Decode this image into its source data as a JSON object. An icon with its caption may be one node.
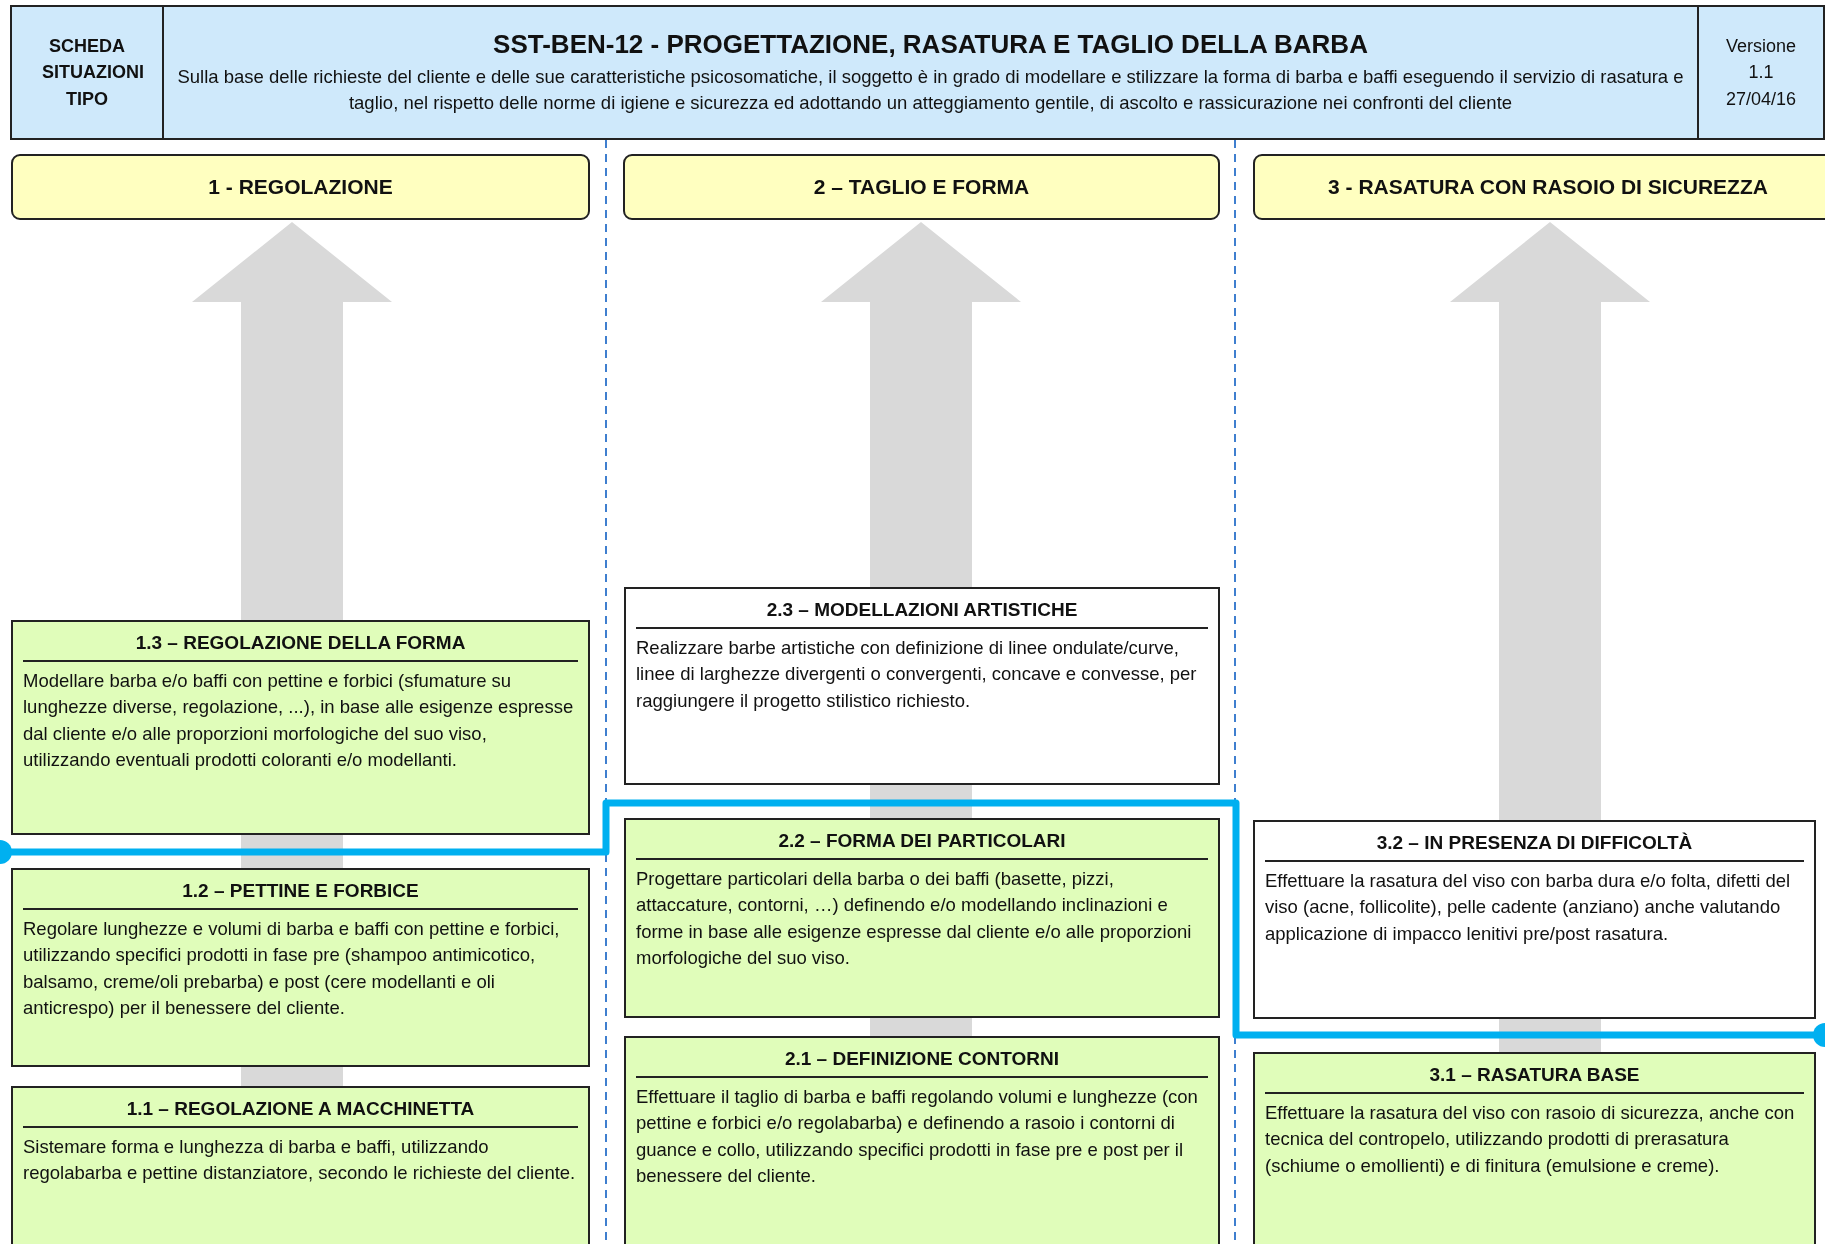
{
  "diagram": {
    "title": "SST-BEN-12  -  PROGETTAZIONE, RASATURA E TAGLIO DELLA BARBA",
    "nodes": [
      {
        "text": [
          "SCHEDA SITUAZIONI TIPO"
        ]
      },
      {
        "text": [
          "Sulla base delle richieste del cliente e delle sue caratteristiche psicosomatiche, il soggetto è in grado di modellare e stilizzare la forma di barba e baffi eseguendo il servizio di rasatura e taglio, nel rispetto delle norme di igiene e sicurezza ed adottando un atteggiamento gentile, di ascolto e rassicurazione nei confronti del cliente"
        ]
      },
      {
        "text": [
          "Versione 1.1 27/04/16"
        ]
      },
      {
        "text": [
          "1 - REGOLAZIONE"
        ]
      },
      {
        "text": [
          "2 – TAGLIO E FORMA"
        ]
      },
      {
        "text": [
          "3 - RASATURA CON RASOIO DI SICUREZZA"
        ]
      },
      {
        "text": [
          "1.3 – REGOLAZIONE DELLA FORMA",
          "Modellare barba e/o baffi con pettine e forbici (sfumature su lunghezze diverse, regolazione, ...), in base alle esigenze espresse dal cliente e/o alle proporzioni morfologiche del suo viso, utilizzando eventuali prodotti coloranti e/o modellanti."
        ]
      },
      {
        "text": [
          "1.2 – PETTINE E FORBICE",
          "Regolare lunghezze e volumi di barba e baffi con pettine e forbici, utilizzando specifici prodotti in fase pre (shampoo antimicotico, balsamo, creme/oli prebarba) e post (cere modellanti e oli anticrespo) per il benessere del cliente."
        ]
      },
      {
        "text": [
          "1.1 – REGOLAZIONE A MACCHINETTA",
          "Sistemare forma e lunghezza di barba e baffi, utilizzando regolabarba e pettine distanziatore, secondo le richieste del cliente."
        ]
      },
      {
        "text": [
          "2.3 – MODELLAZIONI ARTISTICHE",
          "Realizzare barbe artistiche con definizione di linee ondulate/curve, linee di larghezze divergenti o convergenti, concave e convesse, per raggiungere il progetto stilistico richiesto."
        ]
      },
      {
        "text": [
          "2.2 – FORMA DEI PARTICOLARI",
          "Progettare particolari della barba o dei baffi (basette, pizzi, attaccature, contorni, …) definendo e/o modellando inclinazioni e forme in base alle esigenze espresse dal cliente e/o alle proporzioni morfologiche del suo viso."
        ]
      },
      {
        "text": [
          "2.1 – DEFINIZIONE CONTORNI",
          "Effettuare il taglio di barba e baffi regolando volumi e lunghezze (con pettine e forbici e/o regolabarba) e definendo a rasoio i contorni di guance e collo, utilizzando specifici prodotti in fase pre e post per il benessere del cliente."
        ]
      },
      {
        "text": [
          "3.2 – IN PRESENZA DI DIFFICOLTÀ",
          "Effettuare la rasatura del viso con barba dura e/o folta, difetti del viso (acne, follicolite), pelle cadente (anziano) anche valutando applicazione di impacco lenitivi pre/post rasatura."
        ]
      },
      {
        "text": [
          "3.1 – RASATURA BASE",
          "Effettuare la rasatura del viso con rasoio di sicurezza, anche con tecnica del contropelo, utilizzando prodotti di prerasatura (schiume o emollienti) e di finitura (emulsione e creme)."
        ]
      }
    ]
  }
}
